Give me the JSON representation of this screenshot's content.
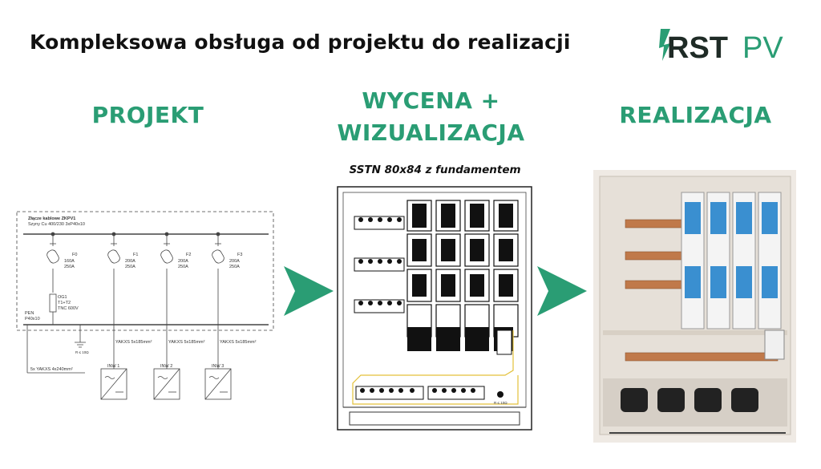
{
  "header": {
    "headline": "Kompleksowa obsługa od projektu do realizacji",
    "logo": {
      "main": "RST",
      "sub": "PV",
      "color_dark": "#1f2b26",
      "color_accent": "#2a9d74"
    }
  },
  "sections": [
    {
      "title": "PROJEKT"
    },
    {
      "title_line1": "WYCENA +",
      "title_line2": "WIZUALIZACJA",
      "subtitle": "SSTN 80x84 z fundamentem"
    },
    {
      "title": "REALIZACJA"
    }
  ],
  "accent_color": "#2a9d74",
  "schematic": {
    "box_title": "Złącze kablowe ZKPV1",
    "box_subtitle": "Szyny Cu 400/230 3xP40x10",
    "fuses": [
      {
        "name": "F0",
        "rating1": "160A",
        "rating2": "250A"
      },
      {
        "name": "F1",
        "rating1": "200A",
        "rating2": "250A"
      },
      {
        "name": "F2",
        "rating1": "200A",
        "rating2": "250A"
      },
      {
        "name": "F3",
        "rating1": "200A",
        "rating2": "250A"
      }
    ],
    "surge": {
      "l1": "OG1",
      "l2": "T1+T2",
      "l3": "TNC 600V"
    },
    "pen": {
      "l1": "PEN",
      "l2": "P40x10"
    },
    "ground": "R ≤ 10Ω",
    "cables": [
      "YAKXS 5x185mm²",
      "YAKXS 5x185mm²",
      "YAKXS 5x185mm²"
    ],
    "main_cable": "5x YAKXS 4x240mm²",
    "inverters": [
      "INW 1",
      "INW 2",
      "INW 3"
    ]
  },
  "visualization": {
    "ground_label": "R ≤ 10Ω"
  }
}
